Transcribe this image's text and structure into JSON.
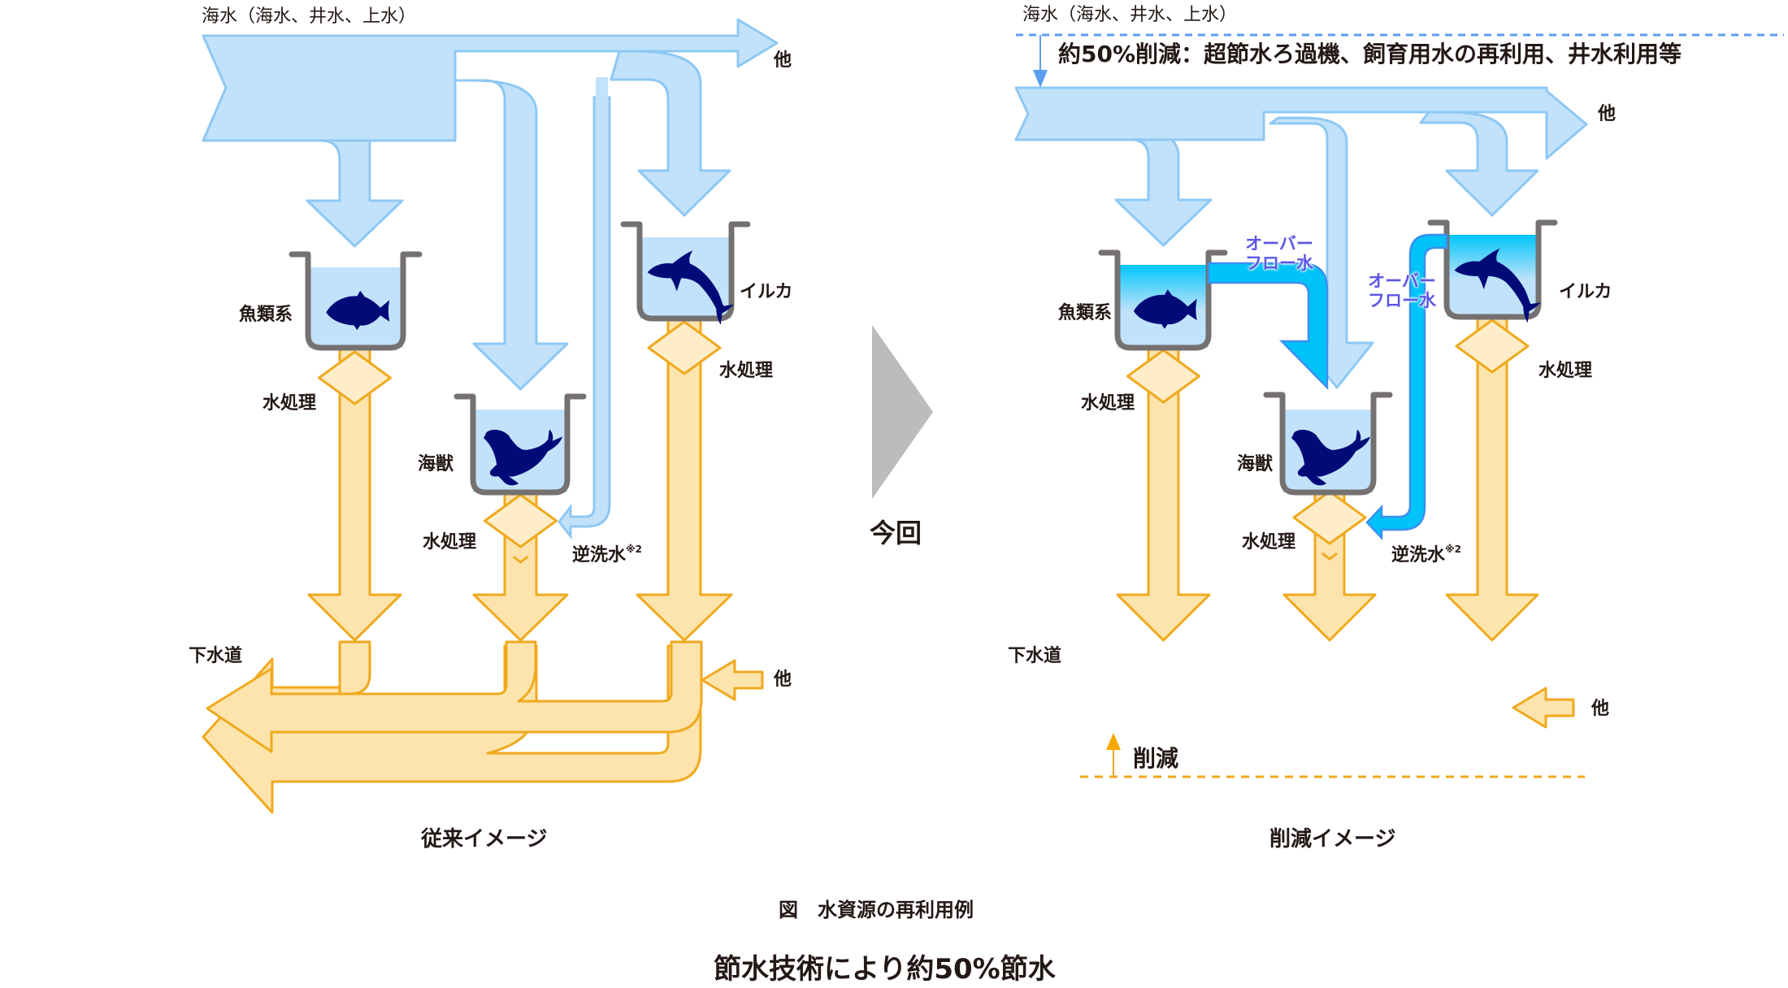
{
  "left_diagram": {
    "source_label": "海水（海水、井水、上水）",
    "other_out_label": "他",
    "tanks": [
      {
        "name": "fish",
        "label": "魚類系",
        "animal": "fish-icon"
      },
      {
        "name": "seal",
        "label": "海獣",
        "animal": "seal-icon"
      },
      {
        "name": "dolphin",
        "label": "イルカ",
        "animal": "dolphin-icon"
      }
    ],
    "treatment_label": "水処理",
    "backwash_label": "逆洗水",
    "backwash_note": "※2",
    "sewer_label": "下水道",
    "other_in_label": "他",
    "caption": "従来イメージ"
  },
  "transition": {
    "label": "今回"
  },
  "right_diagram": {
    "source_label": "海水（海水、井水、上水）",
    "reduction_note": "約50%削減：超節水ろ過機、飼育用水の再利用、井水利用等",
    "other_out_label": "他",
    "tanks": [
      {
        "name": "fish",
        "label": "魚類系",
        "animal": "fish-icon"
      },
      {
        "name": "seal",
        "label": "海獣",
        "animal": "seal-icon"
      },
      {
        "name": "dolphin",
        "label": "イルカ",
        "animal": "dolphin-icon"
      }
    ],
    "overflow_label_1": "オーバー\nフロー水",
    "overflow_label_2": "オーバー\nフロー水",
    "treatment_label": "水処理",
    "backwash_label": "逆洗水",
    "backwash_note": "※2",
    "sewer_label": "下水道",
    "other_in_label": "他",
    "reduction_label": "削減",
    "caption": "削減イメージ"
  },
  "figure_caption": "図　水資源の再利用例",
  "headline": "節水技術により約50%節水",
  "colors": {
    "water_fill": "#c2e2fb",
    "water_stroke": "#8ec8f4",
    "overflow_fill": "#00c3f9",
    "overflow_stroke": "#3b8ff0",
    "waste_fill": "#fde4ac",
    "waste_stroke": "#f0a91e",
    "diamond_fill": "#feedc8",
    "tank_stroke": "#757171",
    "animal": "#000b78",
    "arrow_gray": "#bdbbbb",
    "overflow_text": "#5b55e6",
    "dash_blue": "#5b9ef0"
  }
}
